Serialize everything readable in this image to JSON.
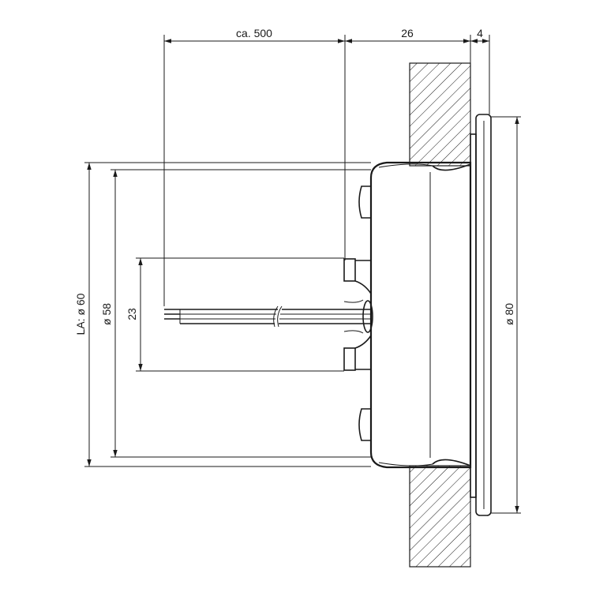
{
  "dimensions": {
    "cable_length": "ca. 500",
    "body_depth": "26",
    "flange_thickness": "4",
    "mounting_hole_dia": "LA: ø 60",
    "body_dia": "ø 58",
    "boss_spacing": "23",
    "flange_dia": "ø 80"
  }
}
